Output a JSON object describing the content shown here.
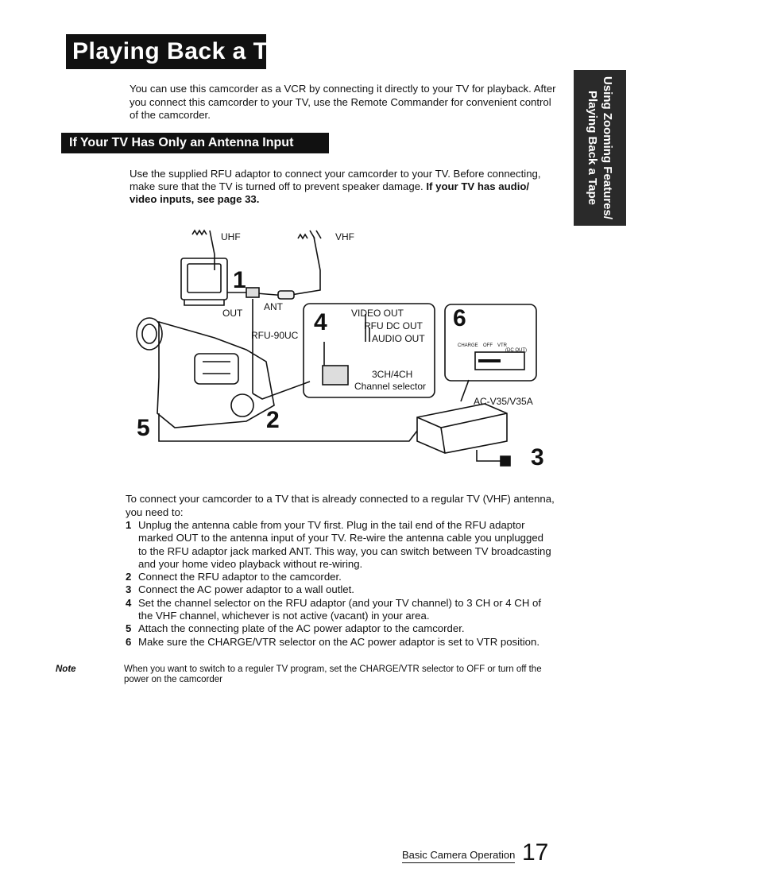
{
  "title": "Playing Back a Tape",
  "intro": "You can use this camcorder as a VCR by connecting it directly to your TV for playback. After you connect this camcorder to your TV, use the Remote Commander for convenient control of the camcorder.",
  "side_tab": {
    "line1": "Using Zooming Features/",
    "line2": "Playing Back a Tape"
  },
  "section": {
    "title": "If Your TV Has Only an Antenna Input",
    "text": "Use the supplied RFU adaptor to connect your camcorder to your TV. Before connecting, make sure that the TV is turned off to prevent speaker damage.",
    "text_bold": "If your TV has audio/ video inputs, see page 33."
  },
  "diagram": {
    "uhf": "UHF",
    "vhf": "VHF",
    "out": "OUT",
    "ant": "ANT",
    "rfu": "RFU-90UC",
    "video_out": "VIDEO OUT",
    "rfu_dc_out": "RFU DC OUT",
    "audio_out": "AUDIO OUT",
    "ch": "3CH/4CH",
    "channel_selector": "Channel selector",
    "charge": "CHARGE",
    "off": "OFF",
    "vtr": "VTR",
    "dc_out": "(DC OUT)",
    "adaptor": "AC-V35/V35A",
    "n1": "1",
    "n2": "2",
    "n3": "3",
    "n4": "4",
    "n5": "5",
    "n6": "6"
  },
  "steps_intro": "To connect your camcorder to a TV that is already connected to a regular TV (VHF) antenna, you need to:",
  "steps": [
    {
      "num": "1",
      "text": "Unplug the antenna cable from your TV first. Plug in the tail end of the RFU adaptor marked OUT to the antenna input of your TV. Re-wire the antenna cable you unplugged to the RFU adaptor jack marked ANT. This way, you can switch between TV broadcasting and your home video playback without re-wiring."
    },
    {
      "num": "2",
      "text": "Connect the RFU adaptor to the camcorder."
    },
    {
      "num": "3",
      "text": "Connect the AC power adaptor to a wall outlet."
    },
    {
      "num": "4",
      "text": "Set the channel selector on the RFU adaptor (and your TV channel) to 3 CH or 4 CH of the VHF channel, whichever is not active (vacant) in your area."
    },
    {
      "num": "5",
      "text": "Attach the connecting plate of the AC power adaptor to the camcorder."
    },
    {
      "num": "6",
      "text": "Make sure the CHARGE/VTR selector on the AC power adaptor is set to VTR position."
    }
  ],
  "note_label": "Note",
  "note_text": "When you want to switch to a reguler TV program, set the CHARGE/VTR selector to OFF or turn off the power on the camcorder",
  "footer": {
    "section": "Basic Camera Operation",
    "page": "17"
  }
}
